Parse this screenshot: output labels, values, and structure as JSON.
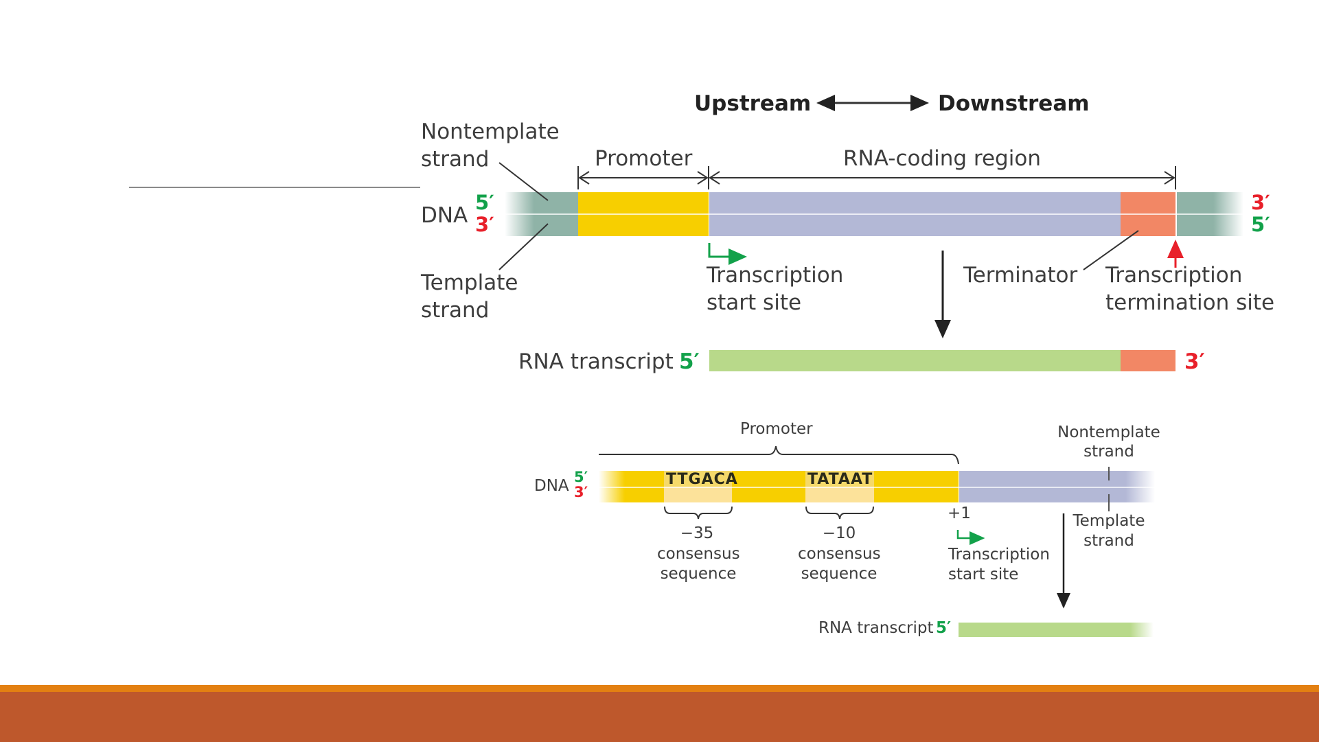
{
  "slide": {
    "colors": {
      "accent_stripe": "#E38012",
      "footer": "#BE582C",
      "five_prime": "#12A14A",
      "three_prime": "#E8202A"
    }
  },
  "top_diagram": {
    "direction": {
      "upstream": "Upstream",
      "downstream": "Downstream"
    },
    "nontemplate_label": [
      "Nontemplate",
      "strand"
    ],
    "template_label": [
      "Template",
      "strand"
    ],
    "dna_label": "DNA",
    "left_top_end": "5′",
    "left_bottom_end": "3′",
    "right_top_end": "3′",
    "right_bottom_end": "5′",
    "regions": {
      "promoter": "Promoter",
      "coding": "RNA-coding region"
    },
    "start_site_label": [
      "Transcription",
      "start site"
    ],
    "terminator_label": "Terminator",
    "termination_site_label": [
      "Transcription",
      "termination site"
    ],
    "rna": {
      "label": "RNA transcript",
      "five": "5′",
      "three": "3′"
    },
    "segment_colors": {
      "flank": "#8FB3A7",
      "promoter": "#F7CF00",
      "coding": "#B3B8D6",
      "terminator": "#F28765",
      "rna": "#B8D98A"
    }
  },
  "bottom_diagram": {
    "promoter_label": "Promoter",
    "dna_label": "DNA",
    "five": "5′",
    "three": "3′",
    "seq_minus35": "TTGACA",
    "seq_minus10": "TATAAT",
    "minus35_label": [
      "−35",
      "consensus",
      "sequence"
    ],
    "minus10_label": [
      "−10",
      "consensus",
      "sequence"
    ],
    "plus_one": "+1",
    "start_site_label": [
      "Transcription",
      "start site"
    ],
    "nontemplate_label": [
      "Nontemplate",
      "strand"
    ],
    "template_label": [
      "Template",
      "strand"
    ],
    "rna": {
      "label": "RNA transcript",
      "five": "5′"
    }
  }
}
